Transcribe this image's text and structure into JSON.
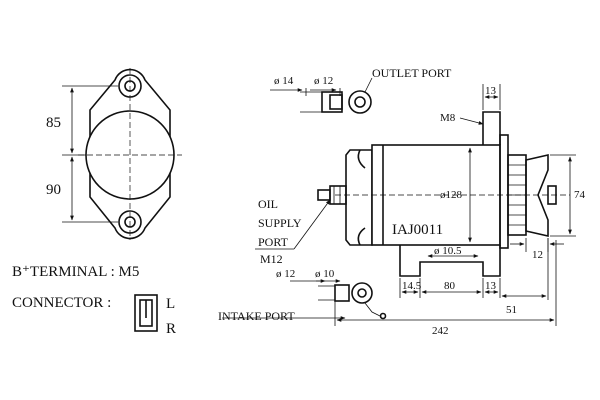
{
  "front_view": {
    "dim_height_top": "85",
    "dim_height_bottom": "90"
  },
  "specs": {
    "b_terminal": "B⁺TERMINAL : M5",
    "connector_label": "CONNECTOR :",
    "connector_pin_l": "L",
    "connector_pin_r": "R"
  },
  "side_view": {
    "part_number": "IAJ0011",
    "outlet_port": {
      "label": "OUTLET PORT",
      "dia_outer": "ø 14",
      "dia_inner": "ø 12"
    },
    "oil_supply_port": {
      "label_line1": "OIL",
      "label_line2": "SUPPLY",
      "label_line3": "PORT",
      "thread": "M12"
    },
    "intake_port": {
      "label": "INTAKE PORT",
      "dia_outer": "ø 12",
      "dia_inner": "ø 10"
    },
    "mount_thread": "M8",
    "dims": {
      "mount_width": "13",
      "body_dia": "ø128",
      "bolt_dia": "ø 10.5",
      "foot_left": "14.5",
      "foot_span": "80",
      "foot_right": "13",
      "pulley_height": "74",
      "pulley_offset": "12",
      "pulley_distance": "51",
      "overall_length": "242"
    }
  }
}
